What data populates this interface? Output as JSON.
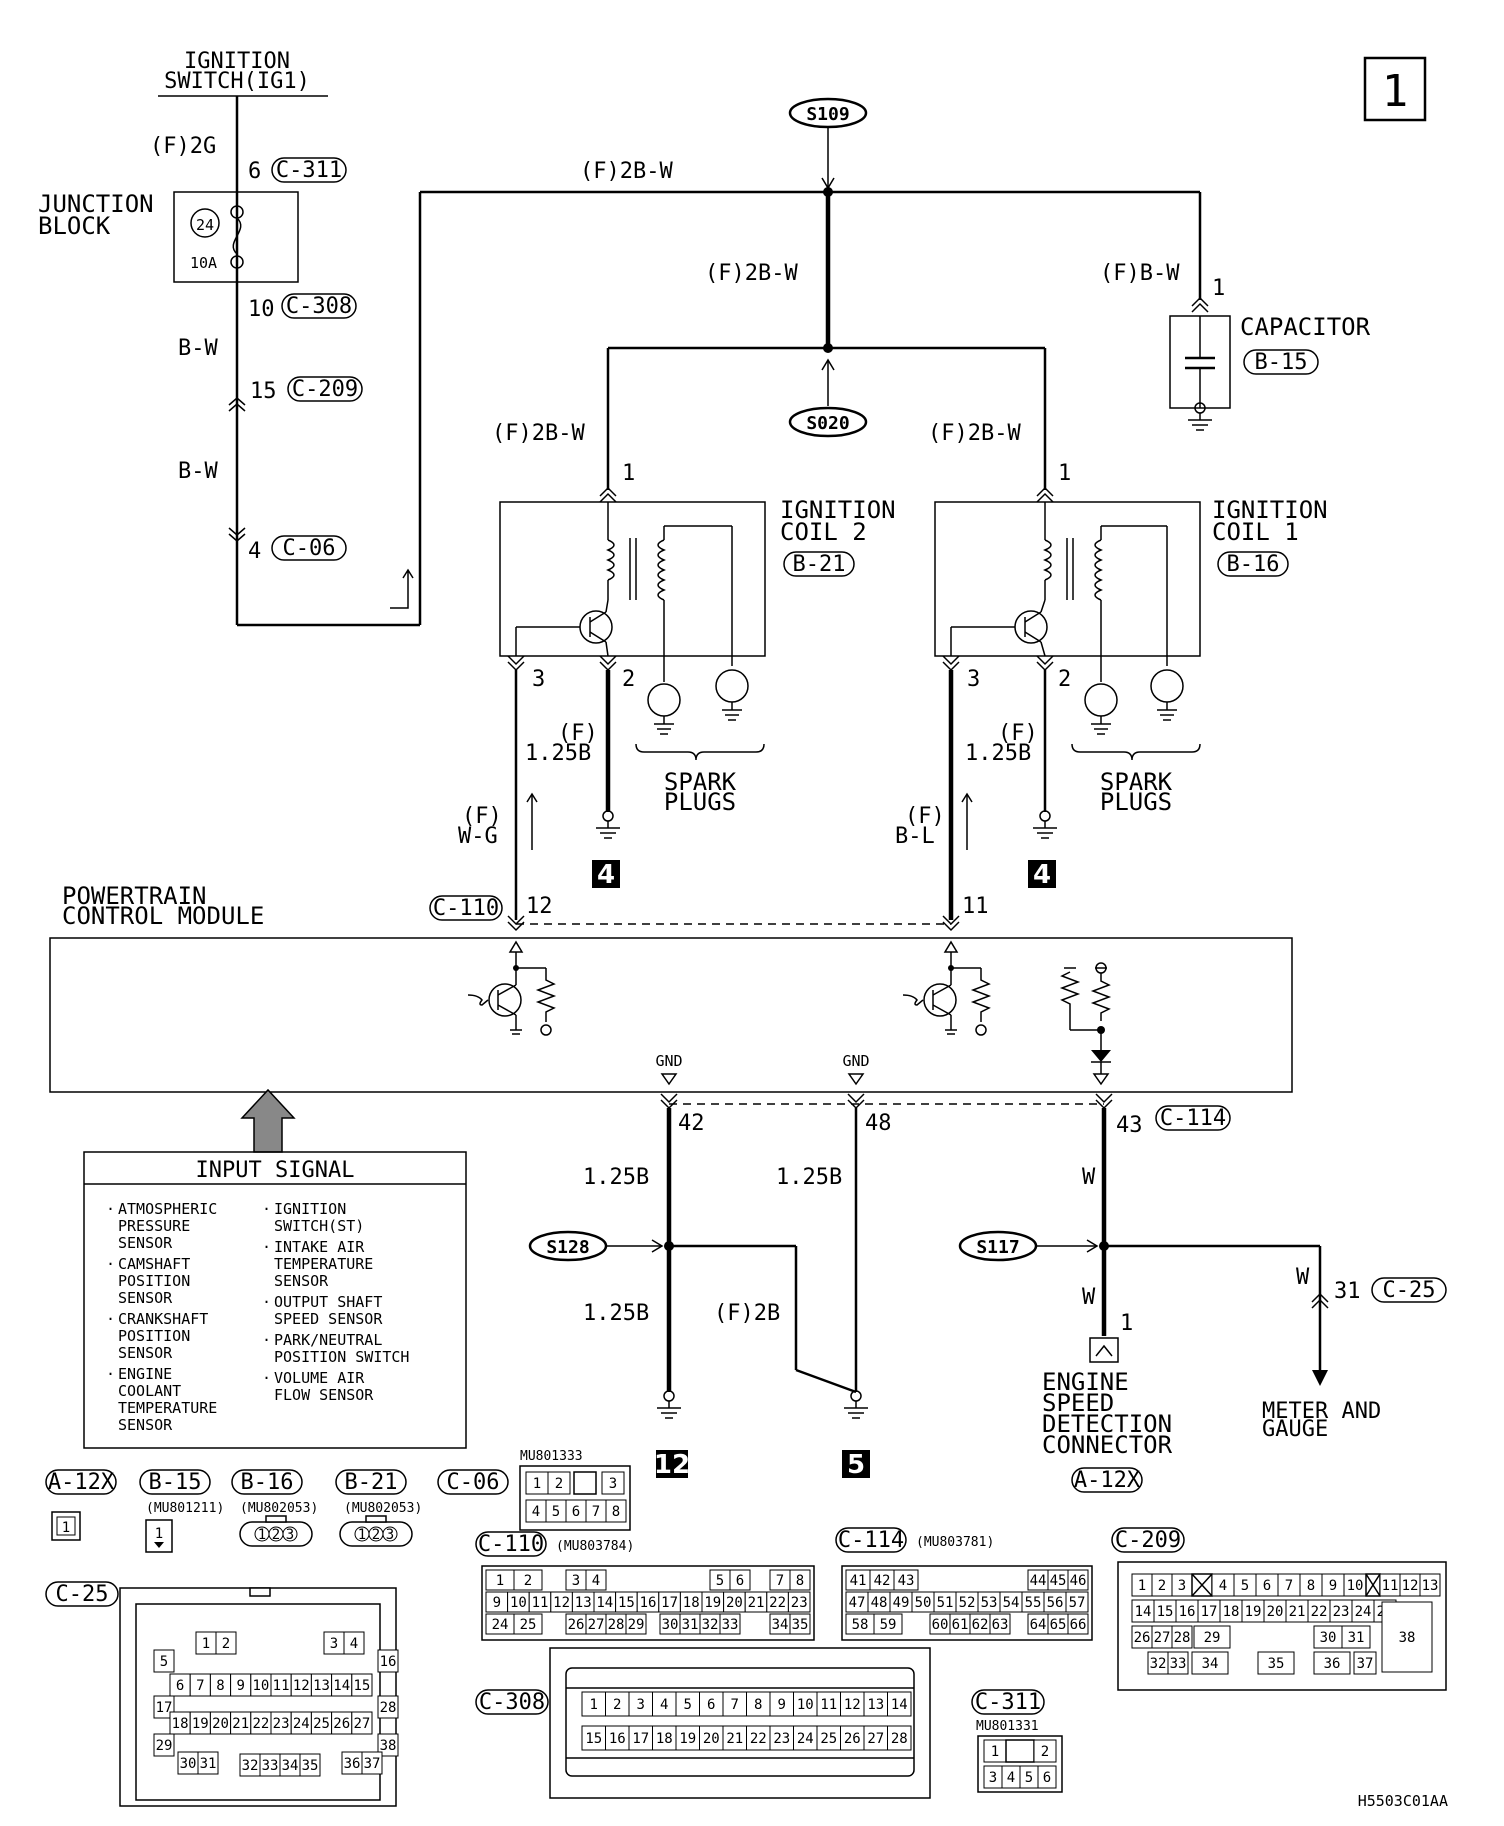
{
  "page_number": "1",
  "doc_code": "H5503C01AA",
  "components": {
    "ignition_switch": "IGNITION\nSWITCH(IG1)",
    "junction_block": "JUNCTION\nBLOCK",
    "fuse_number": "24",
    "fuse_rating": "10A",
    "capacitor": "CAPACITOR",
    "ignition_coil_2": "IGNITION\nCOIL 2",
    "ignition_coil_1": "IGNITION\nCOIL 1",
    "spark_plugs": "SPARK\nPLUGS",
    "pcm": "POWERTRAIN\nCONTROL MODULE",
    "engine_speed_connector": "ENGINE\nSPEED\nDETECTION\nCONNECTOR",
    "meter_gauge": "METER AND\nGAUGE",
    "gnd": "GND"
  },
  "connectors": {
    "c311": "C-311",
    "c308": "C-308",
    "c209": "C-209",
    "c06": "C-06",
    "b15": "B-15",
    "b21": "B-21",
    "b16": "B-16",
    "c110": "C-110",
    "c114": "C-114",
    "c25": "C-25",
    "a12x": "A-12X"
  },
  "splices": {
    "s109": "S109",
    "s020": "S020",
    "s128": "S128",
    "s117": "S117"
  },
  "wires": {
    "f2g": "(F)2G",
    "f2bw": "(F)2B-W",
    "fbw": "(F)B-W",
    "bw": "B-W",
    "f_125b": "(F)\n1.25B",
    "f_wg": "(F)\nW-G",
    "f_bl": "(F)\nB-L",
    "b125": "1.25B",
    "f2b": "(F)2B",
    "w": "W"
  },
  "pins": {
    "p6": "6",
    "p10": "10",
    "p15": "15",
    "p4": "4",
    "p1": "1",
    "p2": "2",
    "p3": "3",
    "p12": "12",
    "p11": "11",
    "p42": "42",
    "p48": "48",
    "p43": "43",
    "p31": "31"
  },
  "grounds": {
    "g4": "4",
    "g12": "12",
    "g5": "5"
  },
  "input_signal": {
    "title": "INPUT SIGNAL",
    "col1": [
      "ATMOSPHERIC\nPRESSURE\nSENSOR",
      "CAMSHAFT\nPOSITION\nSENSOR",
      "CRANKSHAFT\nPOSITION\nSENSOR",
      "ENGINE\nCOOLANT\nTEMPERATURE\nSENSOR"
    ],
    "col2": [
      "IGNITION\nSWITCH(ST)",
      "INTAKE AIR\nTEMPERATURE\nSENSOR",
      "OUTPUT SHAFT\nSPEED SENSOR",
      "PARK/NEUTRAL\nPOSITION SWITCH",
      "VOLUME AIR\nFLOW SENSOR"
    ]
  },
  "part_numbers": {
    "c06": "MU801333",
    "b15": "(MU801211)",
    "b16": "(MU802053)",
    "b21": "(MU802053)",
    "c110": "(MU803784)",
    "c114": "(MU803781)",
    "c311": "MU801331"
  },
  "connector_views": {
    "a12x": [
      "1"
    ],
    "b15": [
      "1"
    ],
    "b16": [
      "1",
      "2",
      "3"
    ],
    "b21": [
      "1",
      "2",
      "3"
    ],
    "c06": [
      "1",
      "2",
      "3",
      "4",
      "5",
      "6",
      "7",
      "8"
    ],
    "c110_rows": [
      [
        "1",
        "2",
        "3",
        "4",
        "5",
        "6",
        "7",
        "8"
      ],
      [
        "9",
        "10",
        "11",
        "12",
        "13",
        "14",
        "15",
        "16",
        "17",
        "18",
        "19",
        "20",
        "21",
        "22",
        "23"
      ],
      [
        "24",
        "25",
        "26",
        "27",
        "28",
        "29",
        "30",
        "31",
        "32",
        "33",
        "34",
        "35"
      ]
    ],
    "c114_rows": [
      [
        "41",
        "42",
        "43",
        "44",
        "45",
        "46"
      ],
      [
        "47",
        "48",
        "49",
        "50",
        "51",
        "52",
        "53",
        "54",
        "55",
        "56",
        "57"
      ],
      [
        "58",
        "59",
        "60",
        "61",
        "62",
        "63",
        "64",
        "65",
        "66"
      ]
    ],
    "c209_rows": [
      [
        "1",
        "2",
        "3",
        "4",
        "5",
        "6",
        "7",
        "8",
        "9",
        "10",
        "11",
        "12",
        "13"
      ],
      [
        "14",
        "15",
        "16",
        "17",
        "18",
        "19",
        "20",
        "21",
        "22",
        "23",
        "24",
        "25"
      ],
      [
        "26",
        "27",
        "28",
        "29",
        "30",
        "31",
        "38"
      ],
      [
        "32",
        "33",
        "34",
        "35",
        "36",
        "37"
      ]
    ],
    "c308_rows": [
      [
        "1",
        "2",
        "3",
        "4",
        "5",
        "6",
        "7",
        "8",
        "9",
        "10",
        "11",
        "12",
        "13",
        "14"
      ],
      [
        "15",
        "16",
        "17",
        "18",
        "19",
        "20",
        "21",
        "22",
        "23",
        "24",
        "25",
        "26",
        "27",
        "28"
      ]
    ],
    "c311": [
      "1",
      "2",
      "3",
      "4",
      "5",
      "6"
    ],
    "c25_rows": [
      [
        "1",
        "2",
        "3",
        "4"
      ],
      [
        "5",
        "16"
      ],
      [
        "6",
        "7",
        "8",
        "9",
        "10",
        "11",
        "12",
        "13",
        "14",
        "15"
      ],
      [
        "17",
        "28"
      ],
      [
        "18",
        "19",
        "20",
        "21",
        "22",
        "23",
        "24",
        "25",
        "26",
        "27"
      ],
      [
        "29",
        "38"
      ],
      [
        "30",
        "31",
        "32",
        "33",
        "34",
        "35",
        "36",
        "37"
      ]
    ]
  }
}
